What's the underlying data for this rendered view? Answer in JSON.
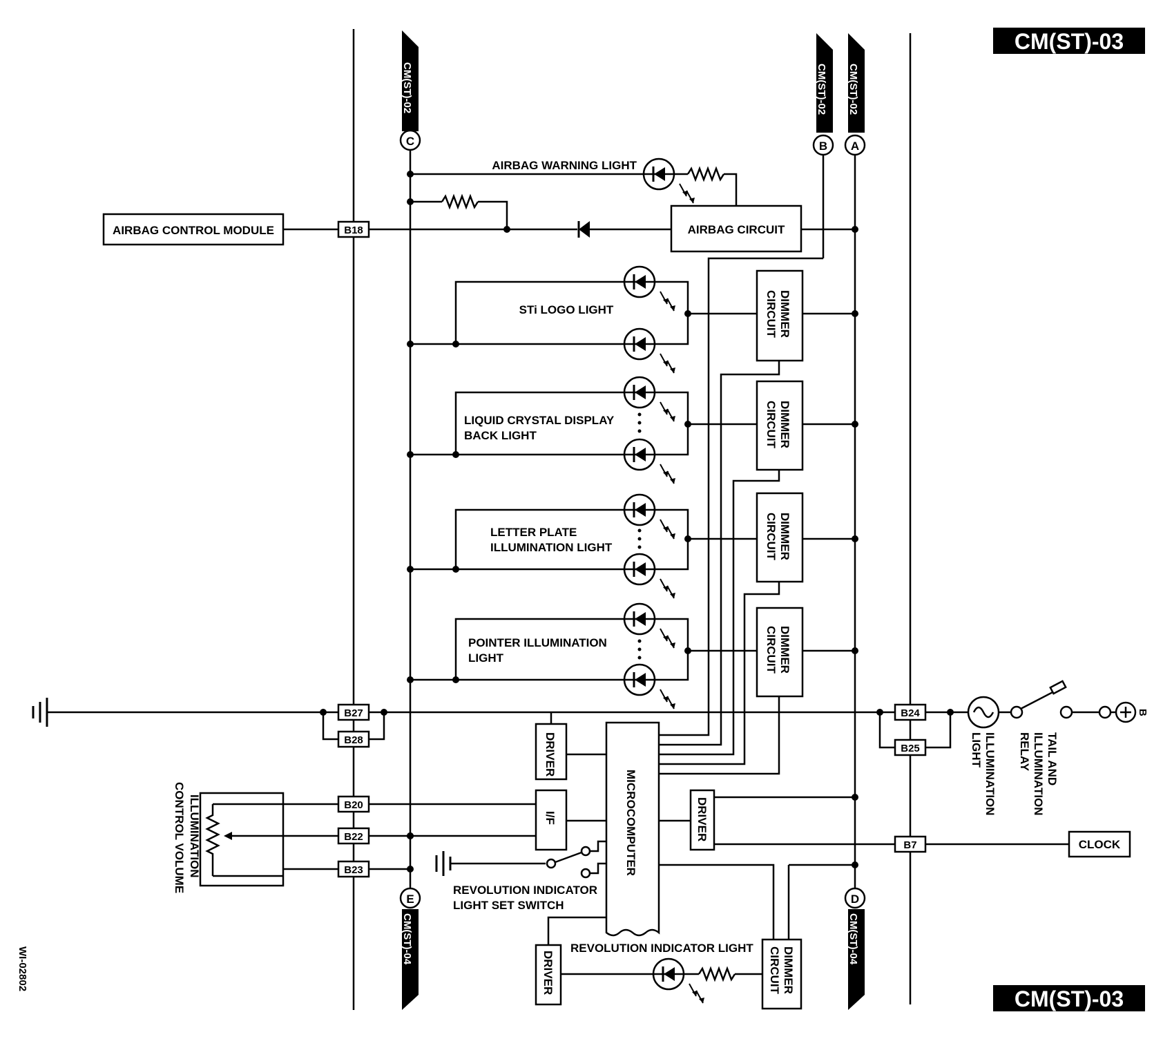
{
  "page_tags": {
    "top": "CM(ST)-03",
    "bottom": "CM(ST)-03"
  },
  "doc_code": "WI-02802",
  "refs": {
    "c": {
      "letter": "C",
      "text": "CM(ST)-02"
    },
    "b": {
      "letter": "B",
      "text": "CM(ST)-02"
    },
    "a": {
      "letter": "A",
      "text": "CM(ST)-02"
    },
    "e": {
      "letter": "E",
      "text": "CM(ST)-04"
    },
    "d": {
      "letter": "D",
      "text": "CM(ST)-04"
    }
  },
  "labels": {
    "airbag_warning_light": "AIRBAG WARNING LIGHT",
    "airbag_control_module": "AIRBAG CONTROL MODULE",
    "airbag_circuit": "AIRBAG CIRCUIT",
    "sti_logo_light": "STi LOGO LIGHT",
    "lcd_back_light_1": "LIQUID CRYSTAL DISPLAY",
    "lcd_back_light_2": "BACK LIGHT",
    "letter_plate_1": "LETTER PLATE",
    "letter_plate_2": "ILLUMINATION LIGHT",
    "pointer_1": "POINTER ILLUMINATION",
    "pointer_2": "LIGHT",
    "dimmer_1": "DIMMER",
    "dimmer_2": "CIRCUIT",
    "driver": "DRIVER",
    "if": "I/F",
    "microcomputer": "MICROCOMPUTER",
    "rev_switch_1": "REVOLUTION INDICATOR",
    "rev_switch_2": "LIGHT SET SWITCH",
    "rev_light": "REVOLUTION INDICATOR LIGHT",
    "clock": "CLOCK",
    "illum_vol_1": "ILLUMINATION",
    "illum_vol_2": "CONTROL VOLUME",
    "illum_light_1": "ILLUMINATION",
    "illum_light_2": "LIGHT",
    "relay_1": "TAIL AND",
    "relay_2": "ILLUMINATION",
    "relay_3": "RELAY",
    "battery": "B"
  },
  "connectors": {
    "b18": "B18",
    "b27": "B27",
    "b28": "B28",
    "b20": "B20",
    "b22": "B22",
    "b23": "B23",
    "b24": "B24",
    "b25": "B25",
    "b7": "B7"
  }
}
